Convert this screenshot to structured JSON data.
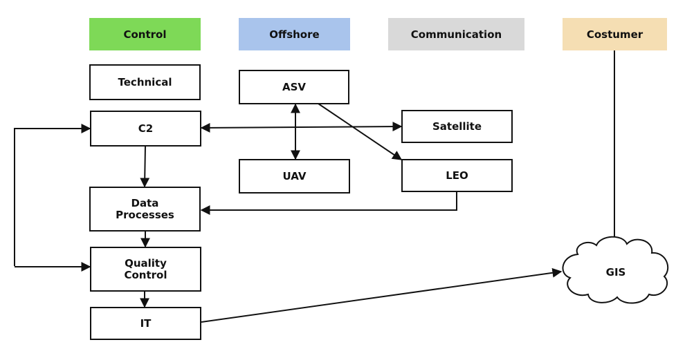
{
  "categories": {
    "control": {
      "label": "Control",
      "color": "#7ed957"
    },
    "offshore": {
      "label": "Offshore",
      "color": "#a9c4ec"
    },
    "communication": {
      "label": "Communication",
      "color": "#d9d9d9"
    },
    "customer": {
      "label": "Costumer",
      "color": "#f5deb3"
    }
  },
  "nodes": {
    "technical": "Technical",
    "c2": "C2",
    "data_processes": "Data\nProcesses",
    "quality_control": "Quality\nControl",
    "it": "IT",
    "asv": "ASV",
    "uav": "UAV",
    "satellite": "Satellite",
    "leo": "LEO",
    "gis": "GIS"
  },
  "line_color": "#111111"
}
